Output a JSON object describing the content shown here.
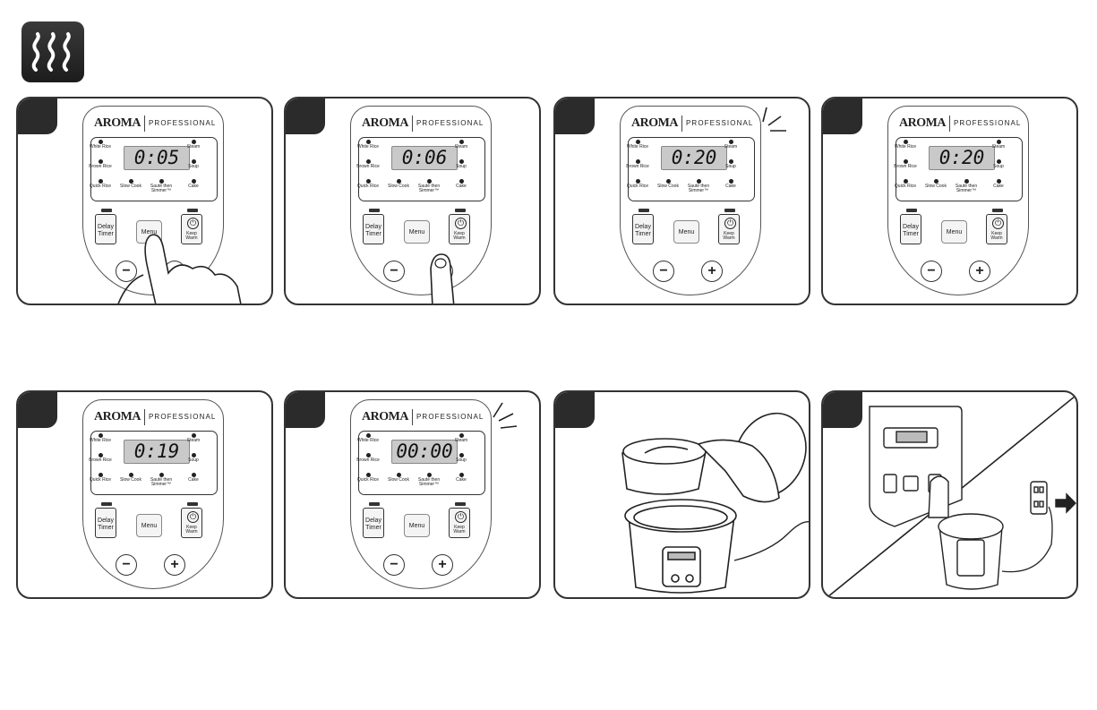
{
  "icon": "steam-icon",
  "brand": {
    "logo": "AROMA",
    "subtitle": "PROFESSIONAL"
  },
  "labels": {
    "white_rice": "White Rice",
    "brown_rice": "Brown Rice",
    "quick_rice": "Quick Rice",
    "slow_cook": "Slow Cook",
    "saute_simmer": "Sauté then Simmer™",
    "steam": "Steam",
    "soup": "Soup",
    "cake": "Cake",
    "delay_timer": "Delay Timer",
    "menu": "Menu",
    "keep_warm": "Keep Warm",
    "minus": "−",
    "plus": "+"
  },
  "panels": [
    {
      "display": "0:05",
      "hand": "menu-press"
    },
    {
      "display": "0:06",
      "hand": "plus-press"
    },
    {
      "display": "0:20",
      "beep": true
    },
    {
      "display": "0:20"
    },
    {
      "display": "0:19"
    },
    {
      "display": "00:00",
      "beep": true
    },
    {
      "scene": "remove-steam-tray"
    },
    {
      "scene": "unplug-cooker"
    }
  ],
  "colors": {
    "ink": "#222222",
    "lcd": "#c9c9c9",
    "tab": "#2b2b2b"
  }
}
